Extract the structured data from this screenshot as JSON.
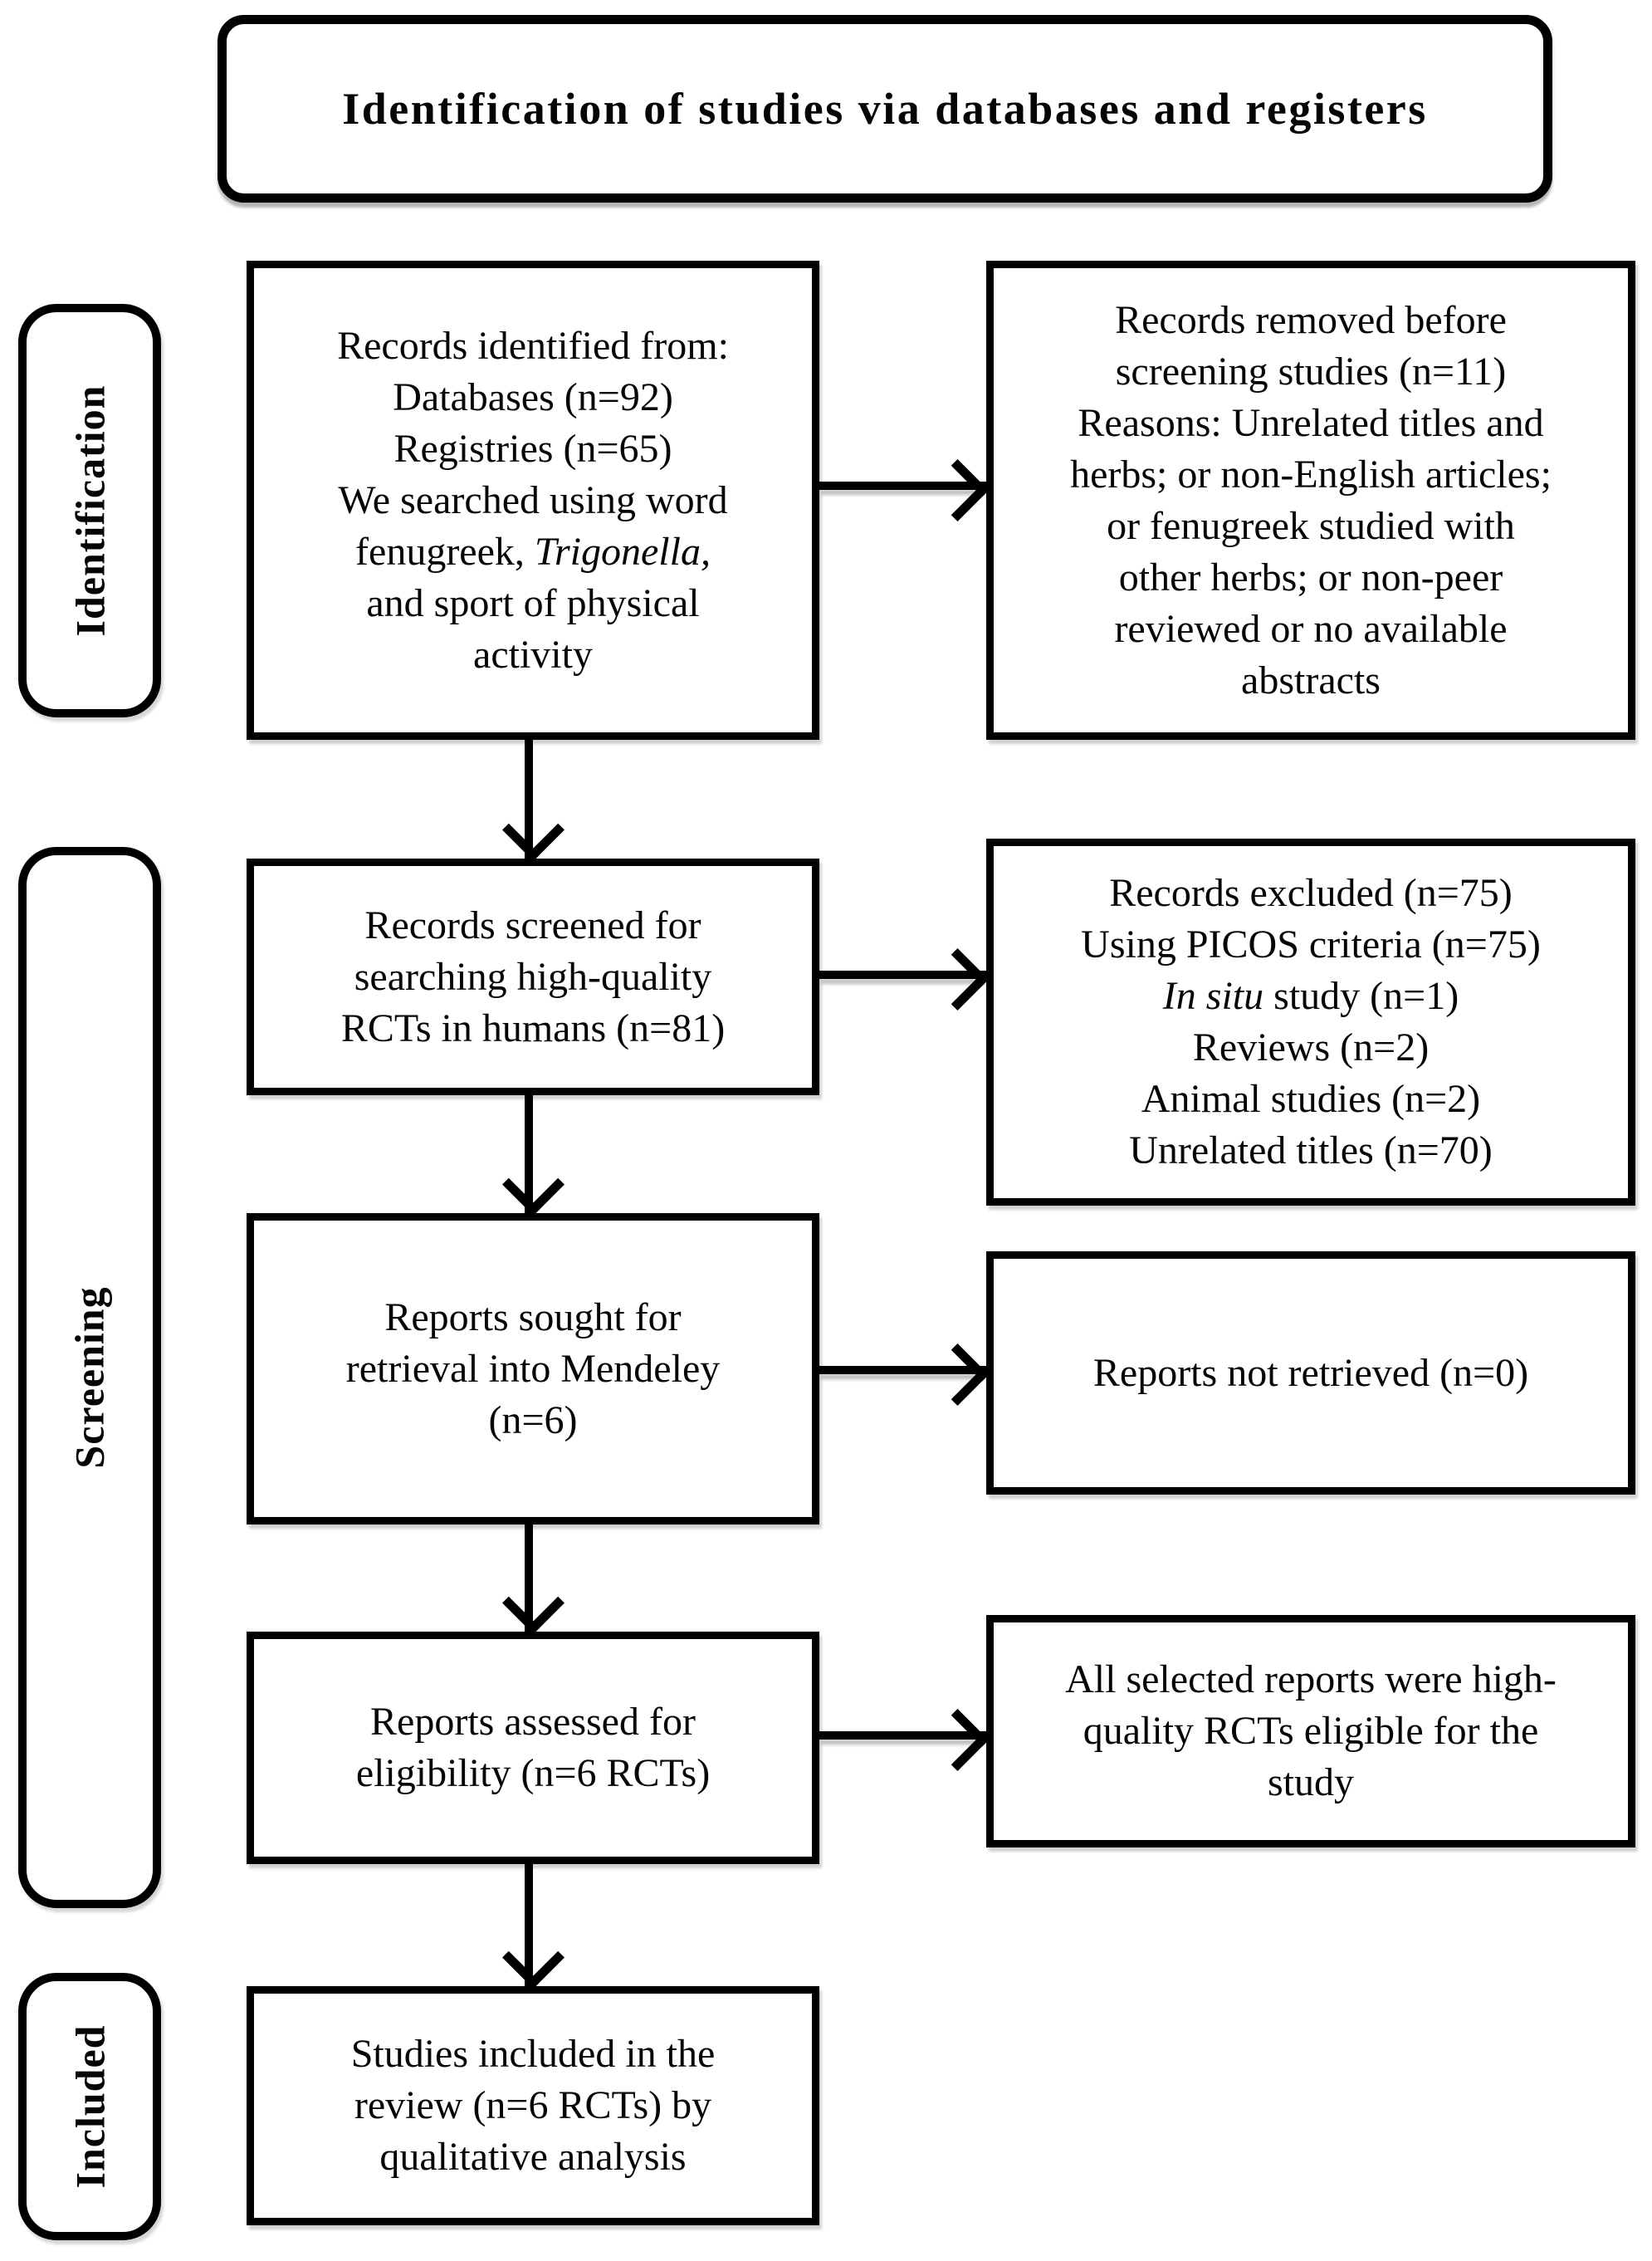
{
  "title": "Identification of studies via databases and registers",
  "colors": {
    "border": "#000000",
    "text": "#050505",
    "background": "#ffffff"
  },
  "sidebar": {
    "identification_label": "Identification",
    "screening_label": "Screening",
    "included_label": "Included"
  },
  "flow": {
    "records_identified": {
      "line1": "Records identified from:",
      "line2": "Databases (n=92)",
      "line3": "Registries (n=65)",
      "line4": "We searched using word",
      "line5_regular": "fenugreek, ",
      "line5_italic": "Trigonella,",
      "line6": "and sport of physical",
      "line7": "activity"
    },
    "records_removed": {
      "line1": "Records removed before",
      "line2": "screening studies (n=11)",
      "line3": "Reasons: Unrelated titles and",
      "line4": "herbs; or non-English articles;",
      "line5": "or fenugreek studied with",
      "line6": "other herbs; or non-peer",
      "line7": "reviewed or no available",
      "line8": "abstracts"
    },
    "records_screened": {
      "line1": "Records screened for",
      "line2": "searching high-quality",
      "line3": "RCTs in humans (n=81)"
    },
    "records_excluded": {
      "line1": "Records excluded (n=75)",
      "line2": "Using PICOS criteria (n=75)",
      "line3_italic": "In situ",
      "line3_rest": " study (n=1)",
      "line4": "Reviews (n=2)",
      "line5": "Animal studies (n=2)",
      "line6": "Unrelated titles  (n=70)"
    },
    "reports_sought": {
      "line1": "Reports sought for",
      "line2": "retrieval into Mendeley",
      "line3": "(n=6)"
    },
    "reports_not_retrieved": {
      "line1": "Reports not retrieved  (n=0)"
    },
    "reports_assessed": {
      "line1": "Reports assessed for",
      "line2": "eligibility (n=6 RCTs)"
    },
    "selected_reports": {
      "line1": "All selected reports were high-",
      "line2": "quality RCTs eligible for the",
      "line3": "study"
    },
    "studies_included": {
      "line1": "Studies included in the",
      "line2": "review (n=6 RCTs) by",
      "line3": "qualitative analysis"
    }
  }
}
